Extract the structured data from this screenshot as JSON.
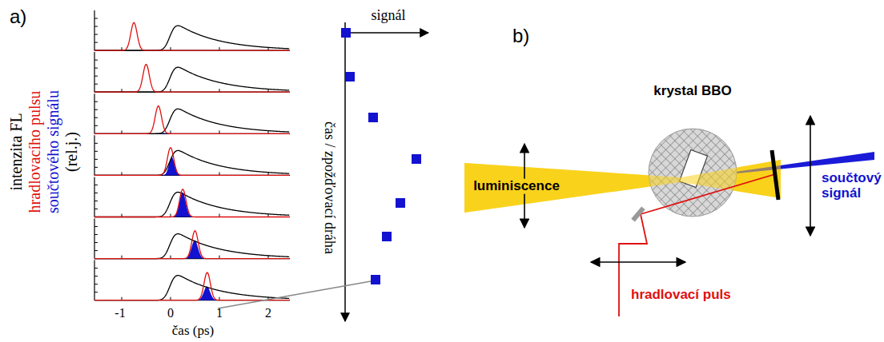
{
  "diagram": {
    "labels": [
      "a)",
      "intenzita FL",
      "hradlovacího pulsu",
      "součtového signálu",
      "(rel.j.)",
      "-1",
      "0",
      "1",
      "2",
      "čas (ps)",
      "signál",
      "čas / zpožďovací dráha",
      "b)",
      "krystal BBO",
      "luminiscence",
      "součtový signál",
      "hradlovací puls"
    ]
  }
}
